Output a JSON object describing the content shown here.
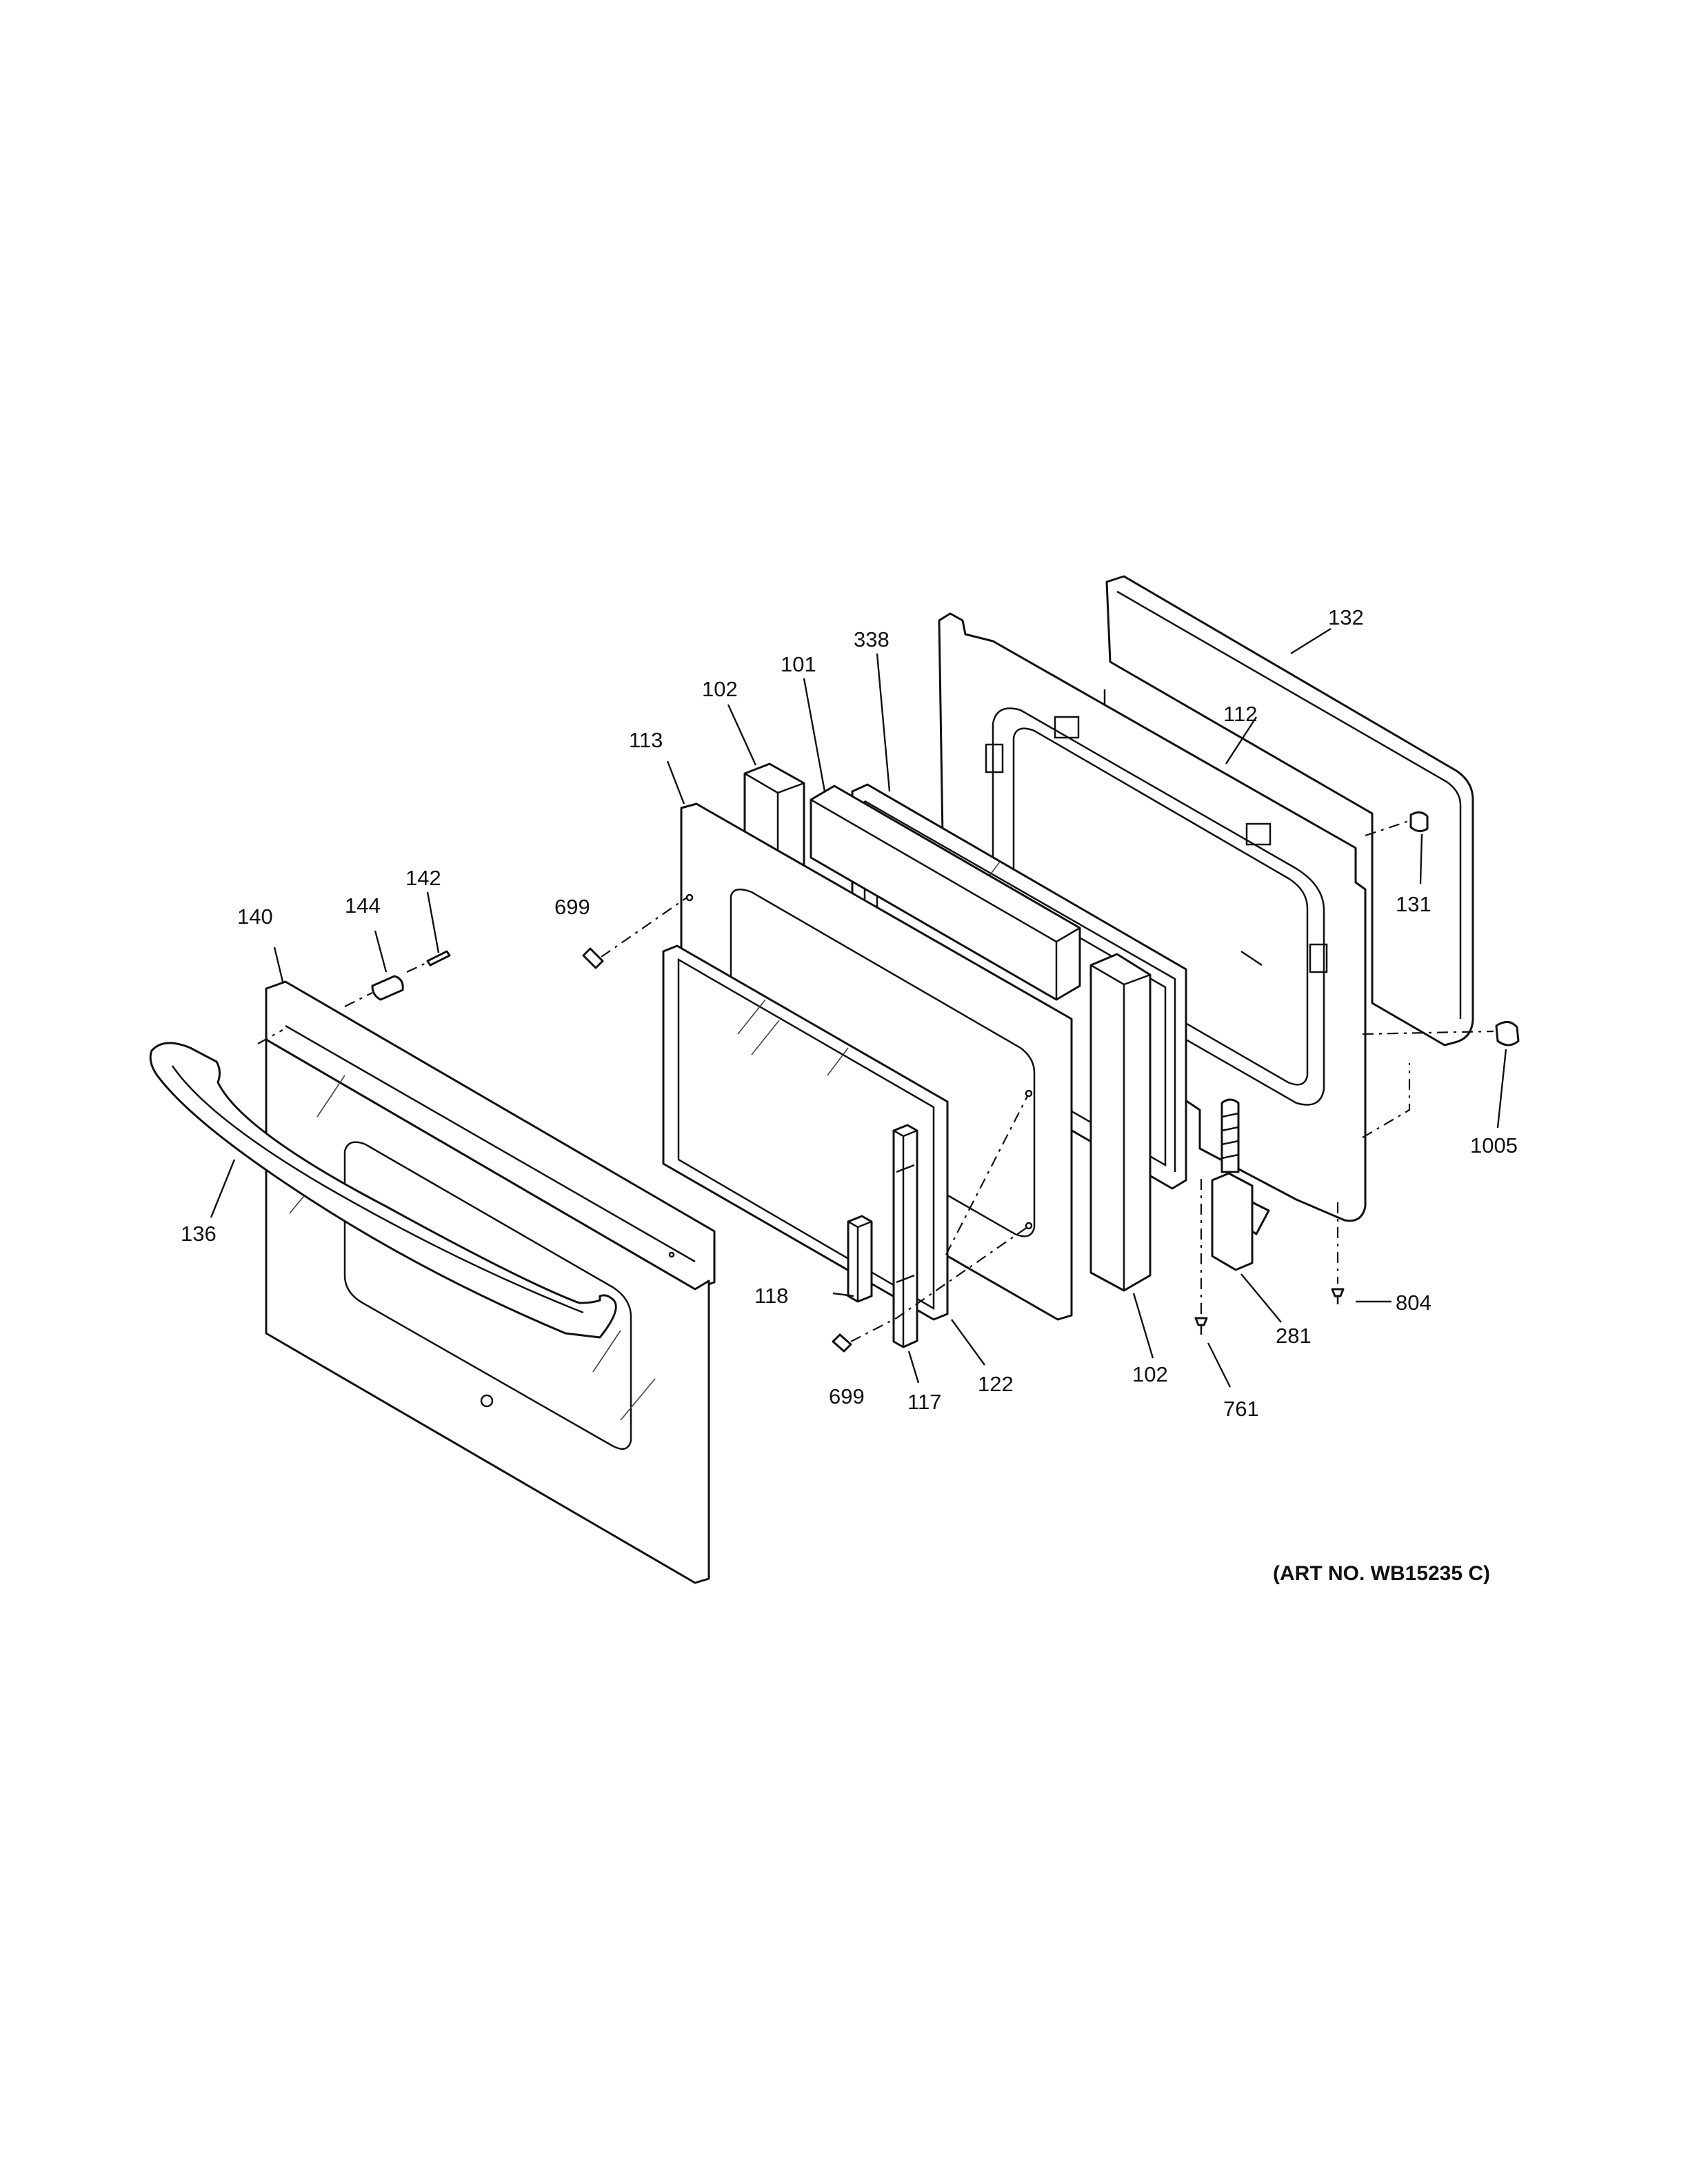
{
  "art_number": "(ART NO. WB15235 C)",
  "callouts": {
    "c101": "101",
    "c102_top": "102",
    "c102_bottom": "102",
    "c112": "112",
    "c113": "113",
    "c117": "117",
    "c118": "118",
    "c122": "122",
    "c131": "131",
    "c132": "132",
    "c136": "136",
    "c140": "140",
    "c142": "142",
    "c144": "144",
    "c281": "281",
    "c338": "338",
    "c699_top": "699",
    "c699_bottom": "699",
    "c761": "761",
    "c804": "804",
    "c1005": "1005"
  }
}
